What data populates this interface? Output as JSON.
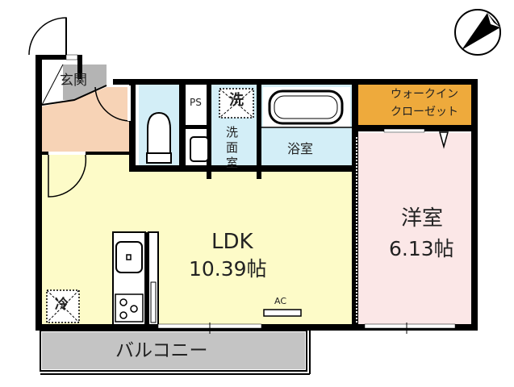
{
  "rooms": {
    "entrance": {
      "label": "玄関",
      "color": "#b4b4b4"
    },
    "hall": {
      "color": "#f7d3b6"
    },
    "toilet": {
      "color": "#d3eef7"
    },
    "ps": {
      "label": "PS"
    },
    "washroom": {
      "label": "洗面室",
      "color": "#d3eef7",
      "washer_label": "洗"
    },
    "bathroom": {
      "label": "浴室",
      "color": "#d3eef7"
    },
    "walk_in_closet": {
      "label_line1": "ウォークイン",
      "label_line2": "クローゼット",
      "color": "#eeaa3c"
    },
    "ldk": {
      "name": "LDK",
      "size": "10.39帖",
      "color": "#fdfbc8",
      "ac_label": "AC",
      "fridge_label": "冷"
    },
    "western_room": {
      "name": "洋室",
      "size": "6.13帖",
      "color": "#fbe7e7"
    },
    "balcony": {
      "label": "バルコニー",
      "color": "#c4c4c4"
    }
  },
  "compass": {
    "icon": "north-arrow"
  }
}
